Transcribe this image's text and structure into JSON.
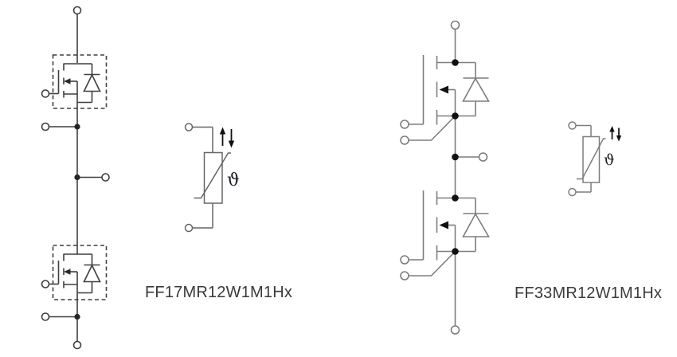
{
  "figure": {
    "background": "#ffffff",
    "modules": [
      {
        "id": "left",
        "part_number": "FF17MR12W1M1Hx",
        "line_color": "#3f3f3f",
        "outline": "dashed-box",
        "thermistor": {
          "theta_symbol": "ϑ",
          "arrows_icon": "up-down-arrows",
          "line_color": "#666666"
        }
      },
      {
        "id": "right",
        "part_number": "FF33MR12W1M1Hx",
        "line_color": "#7d7d7d",
        "outline": "none",
        "thermistor": {
          "theta_symbol": "ϑ",
          "arrows_icon": "up-down-arrows",
          "line_color": "#7d7d7d"
        }
      }
    ],
    "label_color": "#3a3a3a"
  }
}
